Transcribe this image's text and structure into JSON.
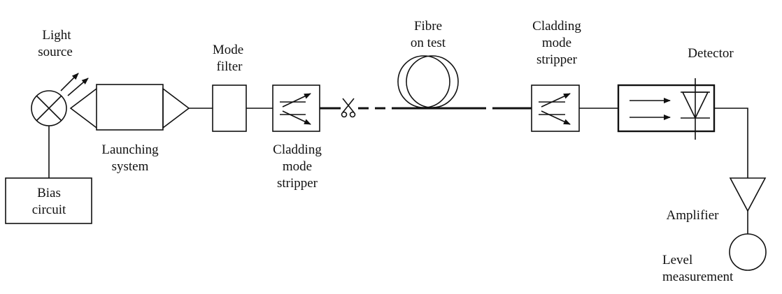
{
  "labels": {
    "light_source_1": "Light",
    "light_source_2": "source",
    "launching_1": "Launching",
    "launching_2": "system",
    "bias_1": "Bias",
    "bias_2": "circuit",
    "mode_filter_1": "Mode",
    "mode_filter_2": "filter",
    "stripper1_1": "Cladding",
    "stripper1_2": "mode",
    "stripper1_3": "stripper",
    "fibre_1": "Fibre",
    "fibre_2": "on test",
    "stripper2_1": "Cladding",
    "stripper2_2": "mode",
    "stripper2_3": "stripper",
    "detector": "Detector",
    "amplifier": "Amplifier",
    "level_1": "Level",
    "level_2": "measurement"
  }
}
